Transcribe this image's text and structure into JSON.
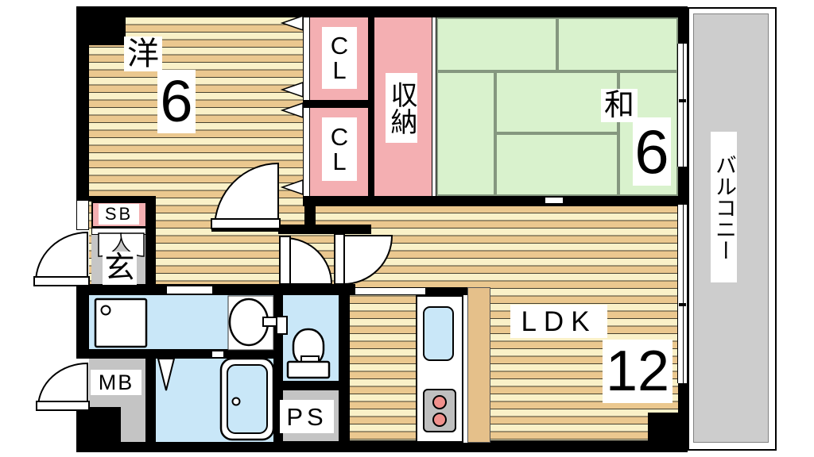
{
  "plan_title": "1LDK-floor-plan",
  "rooms": {
    "western": {
      "name": "洋",
      "size": "6"
    },
    "closet_top": {
      "line1": "C",
      "line2": "L"
    },
    "closet_bottom": {
      "line1": "C",
      "line2": "L"
    },
    "storage": {
      "label": "収納"
    },
    "japanese": {
      "name": "和",
      "size": "6"
    },
    "balcony": {
      "label": "バルコニー"
    },
    "entrance": {
      "label": "玄"
    },
    "shoe_box": {
      "label": "SB"
    },
    "meter_box": {
      "label": "MB"
    },
    "pipe_space": {
      "label": "PS"
    },
    "ldk": {
      "name": "LDK",
      "size": "12"
    }
  },
  "colors": {
    "wall": "#000000",
    "floor_light": "#FAF1C8",
    "floor_dark": "#EBC88F",
    "closet_pink": "#F4AFB2",
    "tatami_green": "#D9F2CD",
    "balcony_gray": "#CDCDCD",
    "entry_gray": "#C6C6C6",
    "utility_gray": "#C4C4C4",
    "water_blue": "#C9E7F8",
    "counter_tan": "#E5C08A",
    "burner_pink": "#F0908C"
  }
}
